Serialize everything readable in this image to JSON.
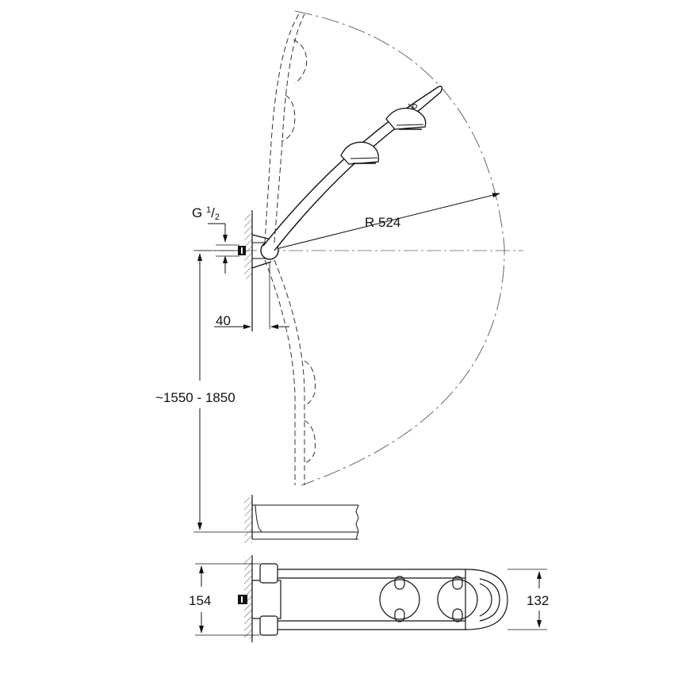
{
  "drawing": {
    "type": "technical-dimension-drawing",
    "subject": "wall-mounted swivel shower arm with two shower heads"
  },
  "dimensions": {
    "thread": {
      "prefix": "G",
      "num": "1",
      "den": "2"
    },
    "radius": "R 524",
    "wall_offset": "40",
    "height_range": "~1550 - 1850",
    "bracket_width": "154",
    "arm_width": "132"
  },
  "colors": {
    "line": "#1a1a1a",
    "centerline": "#888888",
    "hatch": "#555555"
  }
}
